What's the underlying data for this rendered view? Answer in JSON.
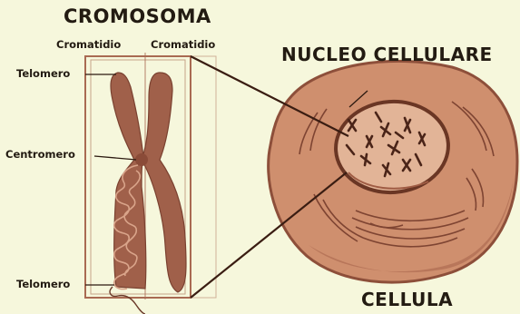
{
  "diagram": {
    "title_chromosome": "CROMOSOMA",
    "title_nucleus": "NUCLEO CELLULARE",
    "title_cell": "CELLULA",
    "label_chromatid_left": "Cromatidio",
    "label_chromatid_right": "Cromatidio",
    "label_telomere_top": "Telomero",
    "label_centromere": "Centromero",
    "label_telomere_bottom": "Telomero"
  },
  "colors": {
    "background": "#f6f7dc",
    "chromosome_fill": "#a0604a",
    "cell_fill": "#cf8f6e",
    "cell_edge": "#8d4f3a",
    "nucleus_fill": "#e2b497",
    "box_line": "#a96a52",
    "text": "#231b12"
  }
}
